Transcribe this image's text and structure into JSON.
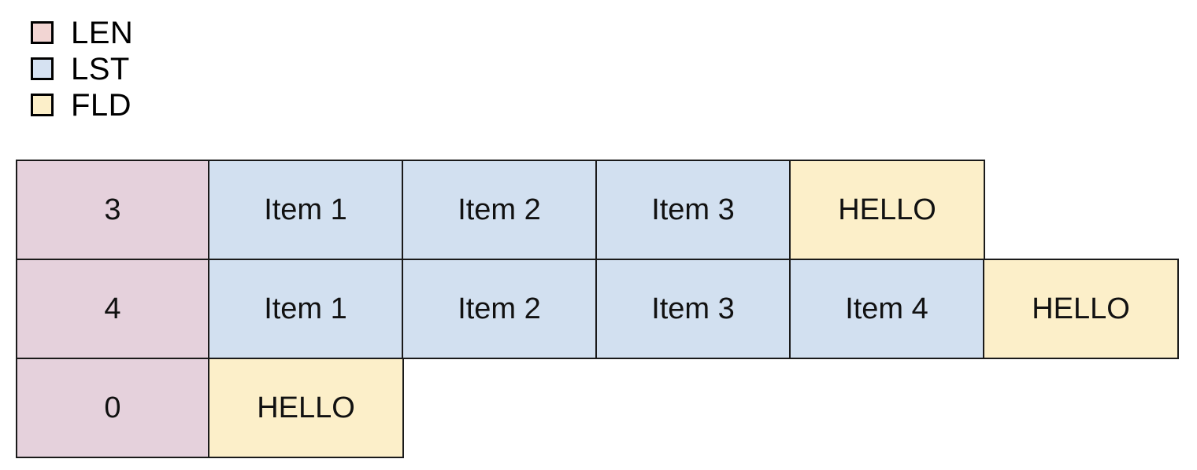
{
  "legend": {
    "items": [
      {
        "label": "LEN",
        "color": "#f2d5d3"
      },
      {
        "label": "LST",
        "color": "#d6e2f2"
      },
      {
        "label": "FLD",
        "color": "#fcefc9"
      }
    ]
  },
  "colors": {
    "len_fill": "#e5d1dc",
    "lst_fill": "#d2e0f0",
    "fld_fill": "#fcefc9",
    "border": "#1a1a1a",
    "text": "#111111",
    "background": "#ffffff"
  },
  "table": {
    "rows": [
      {
        "cells": [
          {
            "text": "3",
            "kind": "LEN"
          },
          {
            "text": "Item 1",
            "kind": "LST"
          },
          {
            "text": "Item 2",
            "kind": "LST"
          },
          {
            "text": "Item 3",
            "kind": "LST"
          },
          {
            "text": "HELLO",
            "kind": "FLD"
          }
        ]
      },
      {
        "cells": [
          {
            "text": "4",
            "kind": "LEN"
          },
          {
            "text": "Item 1",
            "kind": "LST"
          },
          {
            "text": "Item 2",
            "kind": "LST"
          },
          {
            "text": "Item 3",
            "kind": "LST"
          },
          {
            "text": "Item 4",
            "kind": "LST"
          },
          {
            "text": "HELLO",
            "kind": "FLD"
          }
        ]
      },
      {
        "cells": [
          {
            "text": "0",
            "kind": "LEN"
          },
          {
            "text": "HELLO",
            "kind": "FLD"
          }
        ]
      }
    ]
  }
}
